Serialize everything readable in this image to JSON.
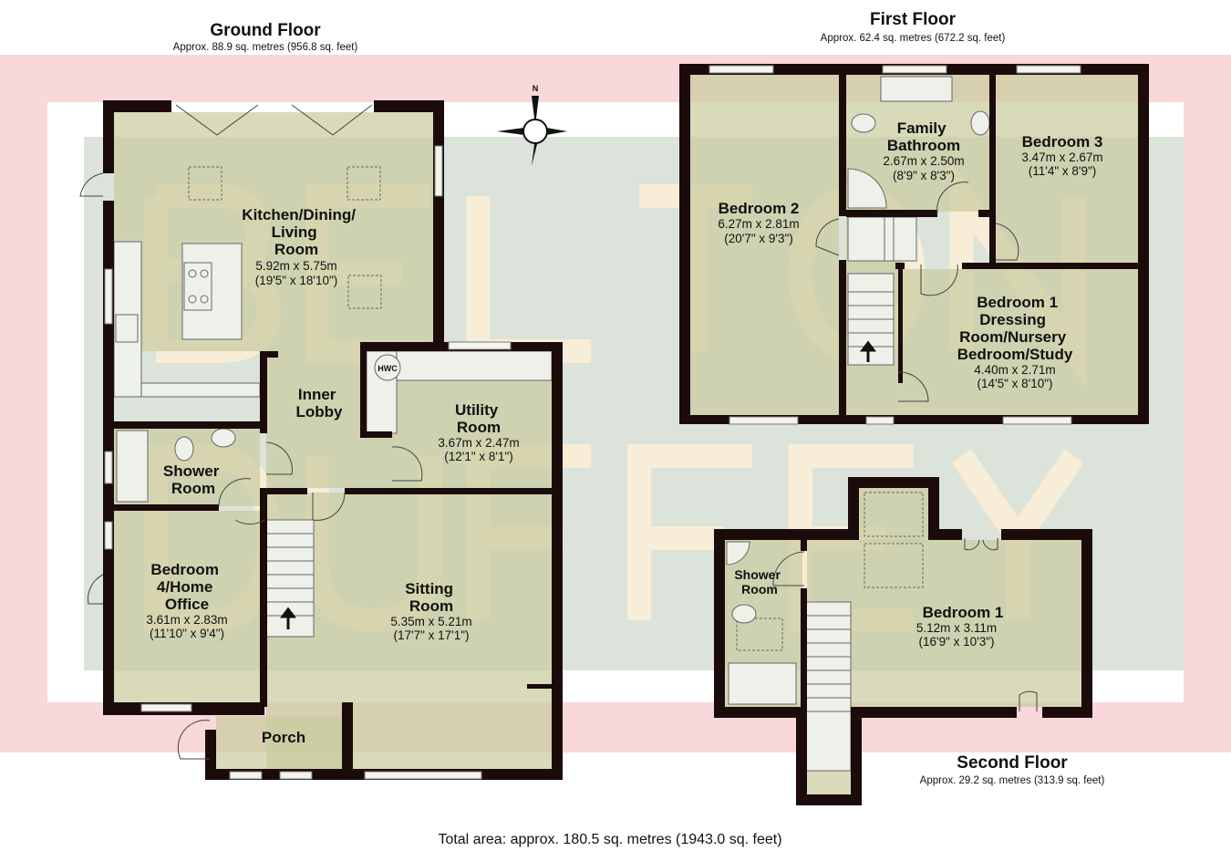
{
  "ground_floor": {
    "title": "Ground Floor",
    "area": "Approx. 88.9 sq. metres (956.8 sq. feet)",
    "rooms": [
      {
        "name_lines": [
          "Kitchen/Dining/",
          "Living",
          "Room"
        ],
        "metric": "5.92m x 5.75m",
        "imperial": "(19'5\" x 18'10\")"
      },
      {
        "name_lines": [
          "Inner",
          "Lobby"
        ]
      },
      {
        "name_lines": [
          "Utility",
          "Room"
        ],
        "metric": "3.67m x 2.47m",
        "imperial": "(12'1\" x 8'1\")"
      },
      {
        "name_lines": [
          "Shower",
          "Room"
        ]
      },
      {
        "name_lines": [
          "Bedroom",
          "4/Home",
          "Office"
        ],
        "metric": "3.61m x 2.83m",
        "imperial": "(11'10\" x 9'4\")"
      },
      {
        "name_lines": [
          "Sitting",
          "Room"
        ],
        "metric": "5.35m x 5.21m",
        "imperial": "(17'7\" x 17'1\")"
      },
      {
        "name_lines": [
          "Porch"
        ]
      }
    ],
    "hwc_label": "HWC",
    "compass_label": "N"
  },
  "first_floor": {
    "title": "First Floor",
    "area": "Approx. 62.4 sq. metres (672.2 sq. feet)",
    "rooms": [
      {
        "name_lines": [
          "Bedroom 2"
        ],
        "metric": "6.27m x 2.81m",
        "imperial": "(20'7\" x 9'3\")"
      },
      {
        "name_lines": [
          "Family",
          "Bathroom"
        ],
        "metric": "2.67m x 2.50m",
        "imperial": "(8'9\" x 8'3\")"
      },
      {
        "name_lines": [
          "Bedroom 3"
        ],
        "metric": "3.47m x 2.67m",
        "imperial": "(11'4\" x 8'9\")"
      },
      {
        "name_lines": [
          "Bedroom 1",
          "Dressing",
          "Room/Nursery",
          "Bedroom/Study"
        ],
        "metric": "4.40m x 2.71m",
        "imperial": "(14'5\" x 8'10\")"
      }
    ]
  },
  "second_floor": {
    "title": "Second Floor",
    "area": "Approx. 29.2 sq. metres (313.9 sq. feet)",
    "rooms": [
      {
        "name_lines": [
          "Shower",
          "Room"
        ]
      },
      {
        "name_lines": [
          "Bedroom 1"
        ],
        "metric": "5.12m x 3.11m",
        "imperial": "(16'9\" x 10'3\")"
      }
    ]
  },
  "total_area": "Total area: approx. 180.5 sq. metres (1943.0 sq. feet)",
  "watermark": [
    "BELTON",
    "DUFFEY"
  ],
  "colors": {
    "wall": "#1c0b0b",
    "room": "#c9cc9f",
    "band_pink": "#f8d8da",
    "band_green": "#dbe3da",
    "watermark": "#fdf0d6"
  }
}
